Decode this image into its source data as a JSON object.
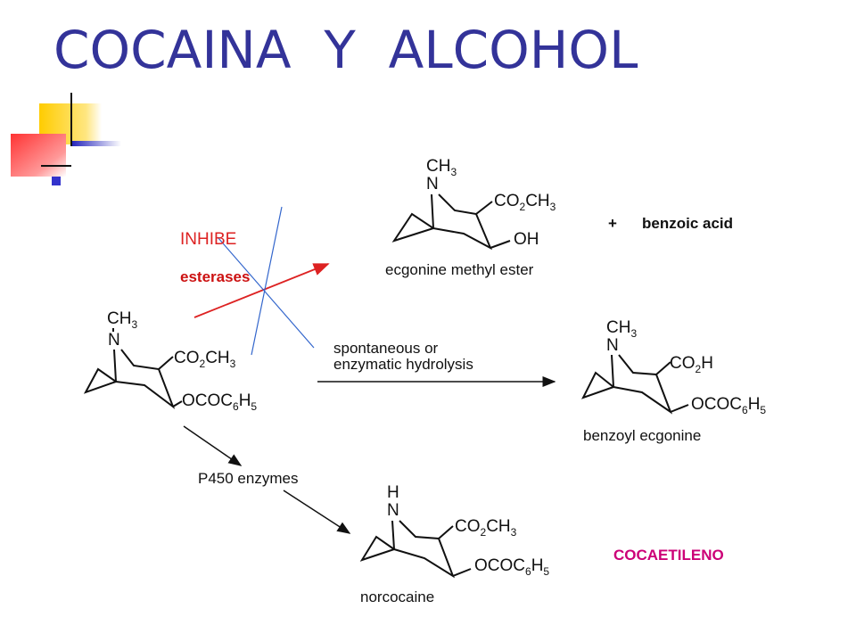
{
  "slide": {
    "title": "COCAINA  Y  ALCOHOL"
  },
  "labels": {
    "inhibe": "INHIBE",
    "esterases": "esterases",
    "plus": "+",
    "benzoic_acid": "benzoic acid",
    "ecgonine_methyl_ester": "ecgonine methyl ester",
    "hydrolysis_line1": "spontaneous or",
    "hydrolysis_line2": "enzymatic hydrolysis",
    "benzoyl_ecgonine": "benzoyl ecgonine",
    "p450_enzymes": "P450 enzymes",
    "norcocaine": "norcocaine",
    "cocaetileno": "COCAETILENO"
  },
  "atoms": {
    "cocaine": {
      "n_sub": "CH",
      "n_sub_idx": "3",
      "n": "N",
      "ester": "CO",
      "ester_idx": "2",
      "ester_tail": "CH",
      "ester_tail_idx": "3",
      "ob": "OCOC",
      "ob_idx1": "6",
      "ob_mid": "H",
      "ob_idx2": "5"
    },
    "ecgonine": {
      "n_sub": "CH",
      "n_sub_idx": "3",
      "n": "N",
      "ester": "CO",
      "ester_idx": "2",
      "ester_tail": "CH",
      "ester_tail_idx": "3",
      "oh": "OH"
    },
    "benzoyl": {
      "n_sub": "CH",
      "n_sub_idx": "3",
      "n": "N",
      "acid": "CO",
      "acid_idx": "2",
      "acid_tail": "H",
      "ob": "OCOC",
      "ob_idx1": "6",
      "ob_mid": "H",
      "ob_idx2": "5"
    },
    "norcocaine": {
      "n_sub": "H",
      "n": "N",
      "ester": "CO",
      "ester_idx": "2",
      "ester_tail": "CH",
      "ester_tail_idx": "3",
      "ob": "OCOC",
      "ob_idx1": "6",
      "ob_mid": "H",
      "ob_idx2": "5"
    }
  },
  "colors": {
    "title": "#333399",
    "accent_yellow": "#ffcc00",
    "accent_blue": "#3333cc",
    "accent_red": "#ff3333",
    "inhibit_cross": "#3366cc",
    "esterase_arrow": "#dd2222",
    "cocaetileno": "#cc0077"
  }
}
